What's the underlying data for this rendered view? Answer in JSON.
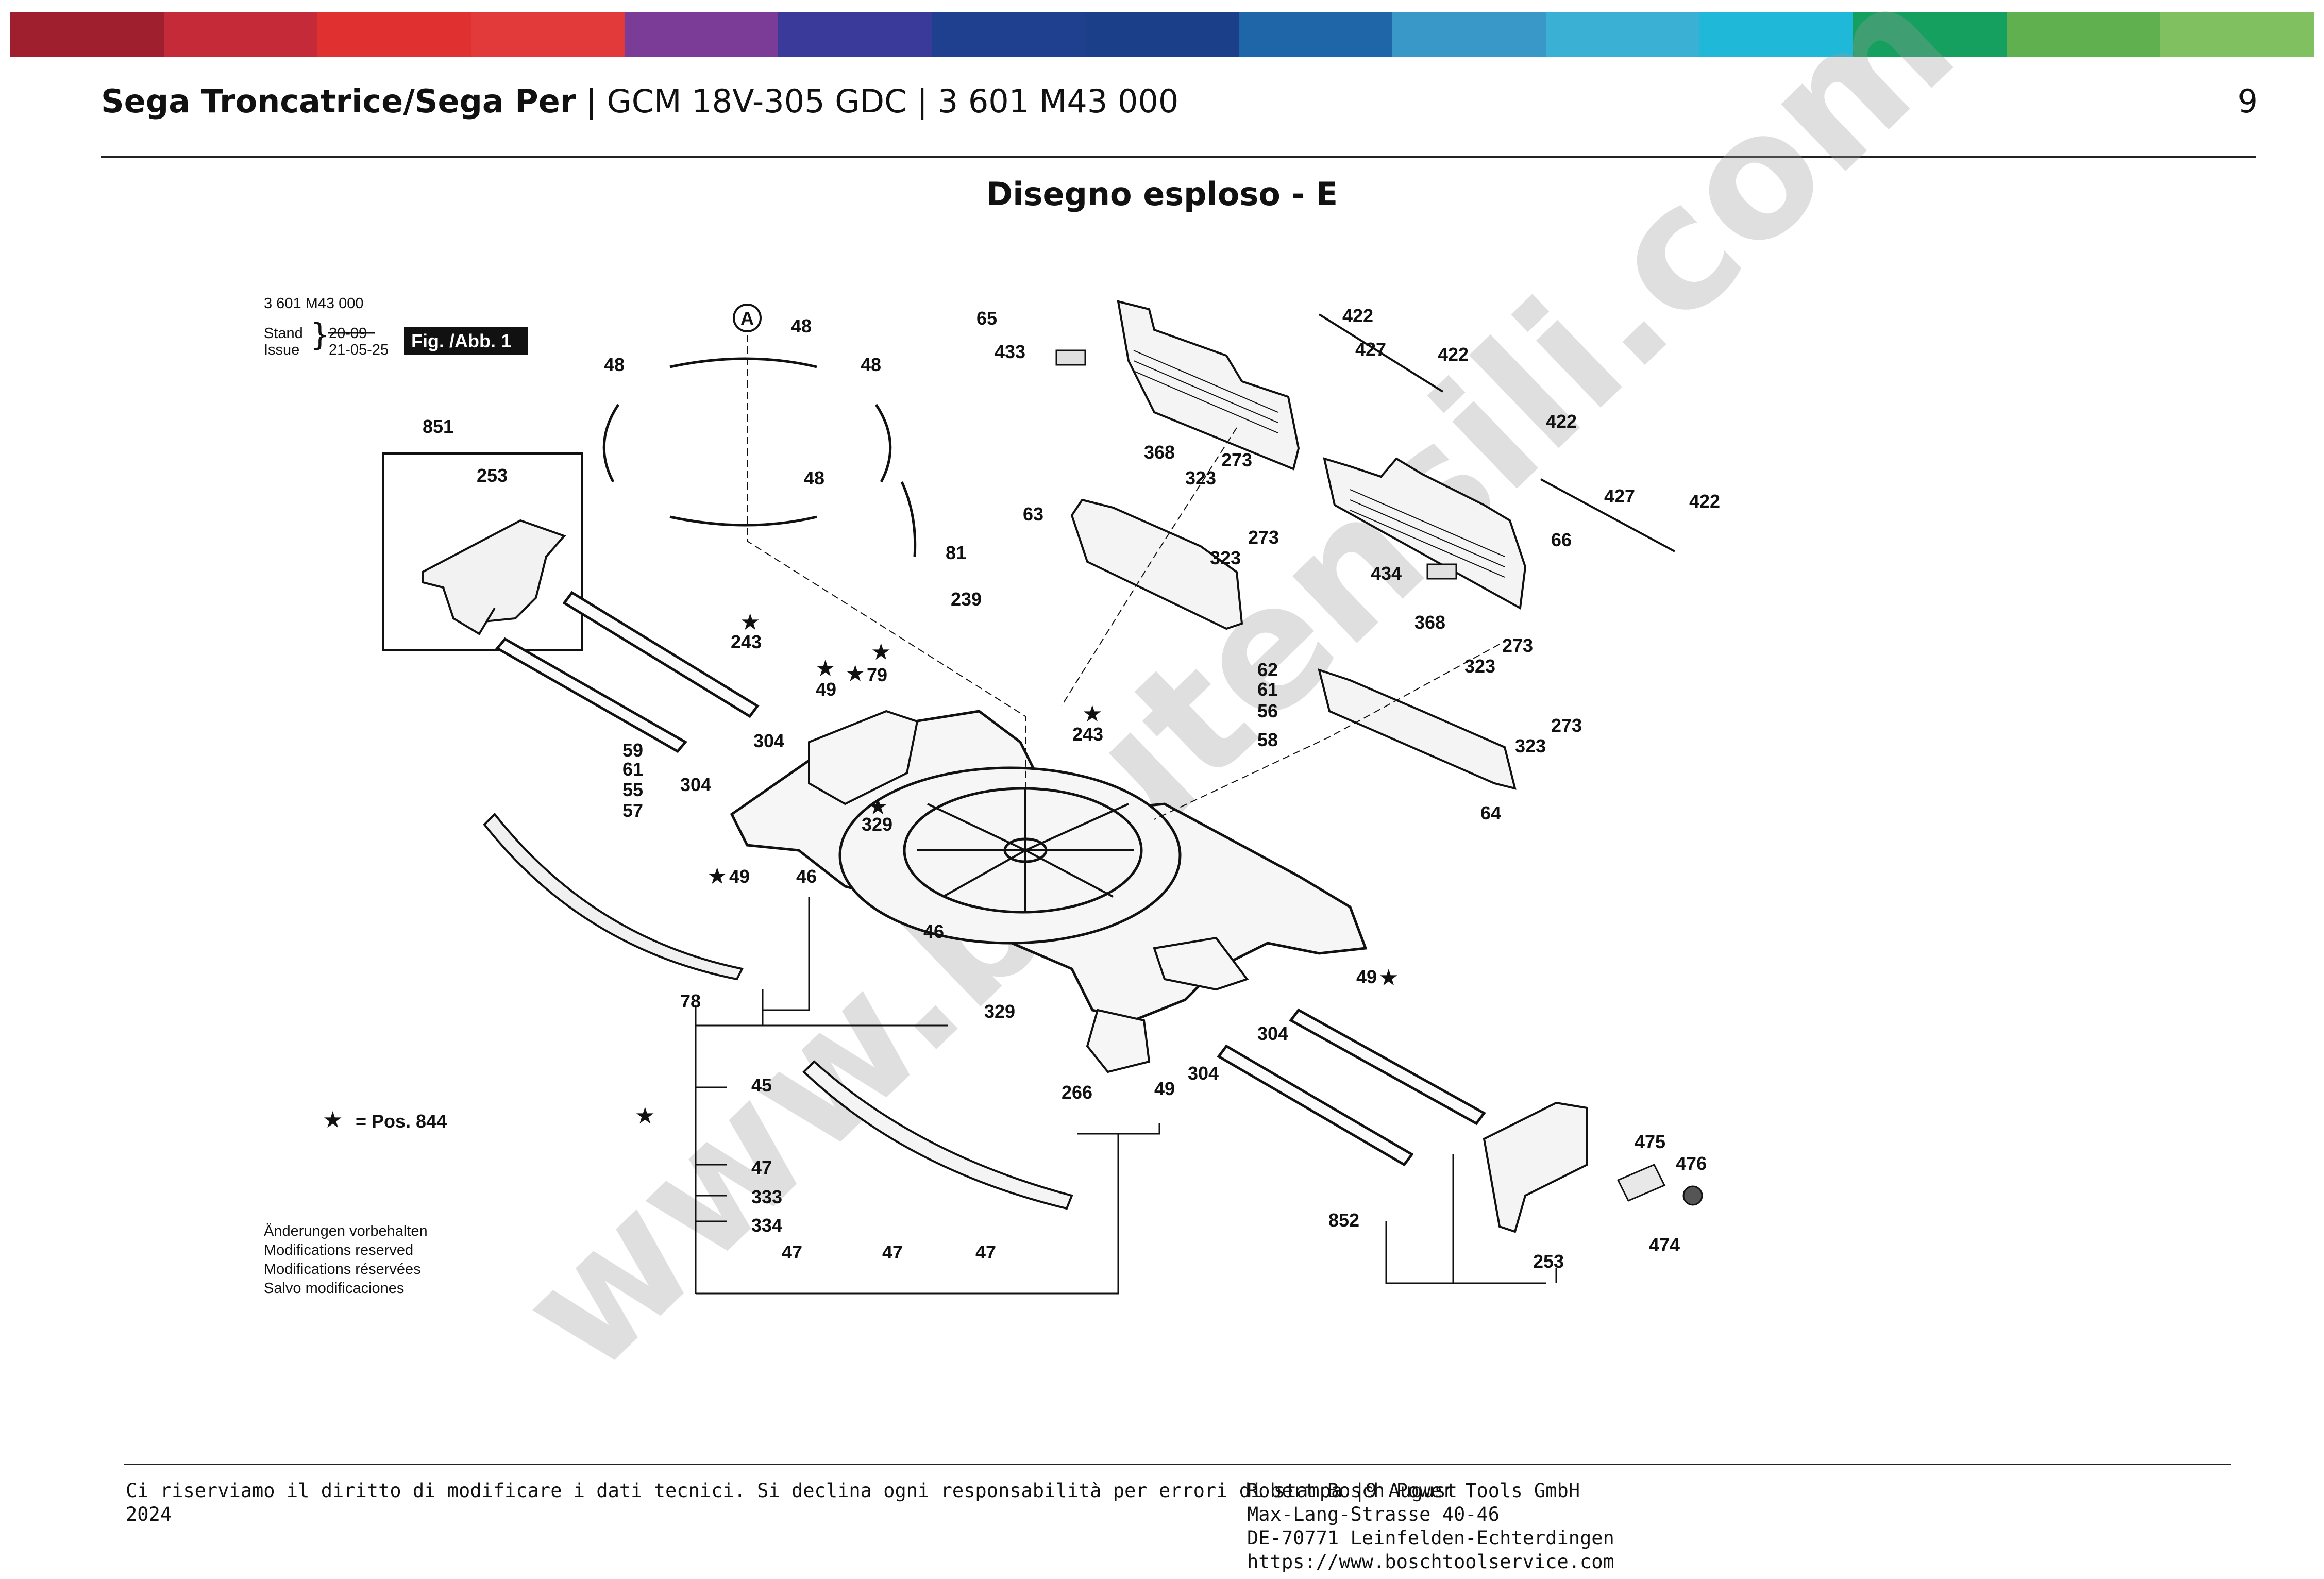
{
  "header": {
    "title_bold": "Sega Troncatrice/Sega Per",
    "title_rest": " | GCM 18V-305 GDC | 3 601 M43 000",
    "page_number": "9",
    "band_colors": [
      "#a01f2e",
      "#c42a38",
      "#e03030",
      "#e23a3a",
      "#7a3c96",
      "#3a3a9a",
      "#1f3f8f",
      "#1c3f8a",
      "#1f66a8",
      "#3a98c8",
      "#3bb0d5",
      "#20b8d8",
      "#16a060",
      "#60b050",
      "#80c060"
    ]
  },
  "section_title": "Disegno esploso - E",
  "diagram": {
    "part_no": "3 601 M43 000",
    "stand_label": "Stand",
    "issue_label": "Issue",
    "stand_value": "20-09",
    "issue_value": "21-05-25",
    "fig_label": "Fig. /Abb. 1",
    "detail_marker": "A",
    "legend": "= Pos. 844",
    "modifications": [
      "Änderungen vorbehalten",
      "Modifications reserved",
      "Modifications réservées",
      "Salvo modificaciones"
    ],
    "watermark": "www.brutensili.com"
  },
  "footer": {
    "disclaimer": [
      "Ci riserviamo il diritto di modificare i dati tecnici. Si declina ogni responsabilità per errori di stampa |9 August",
      "2024"
    ],
    "company": [
      "Robert Bosch Power Tools GmbH",
      "Max-Lang-Strasse 40-46",
      "DE-70771 Leinfelden-Echterdingen",
      "https://www.boschtoolservice.com"
    ]
  }
}
